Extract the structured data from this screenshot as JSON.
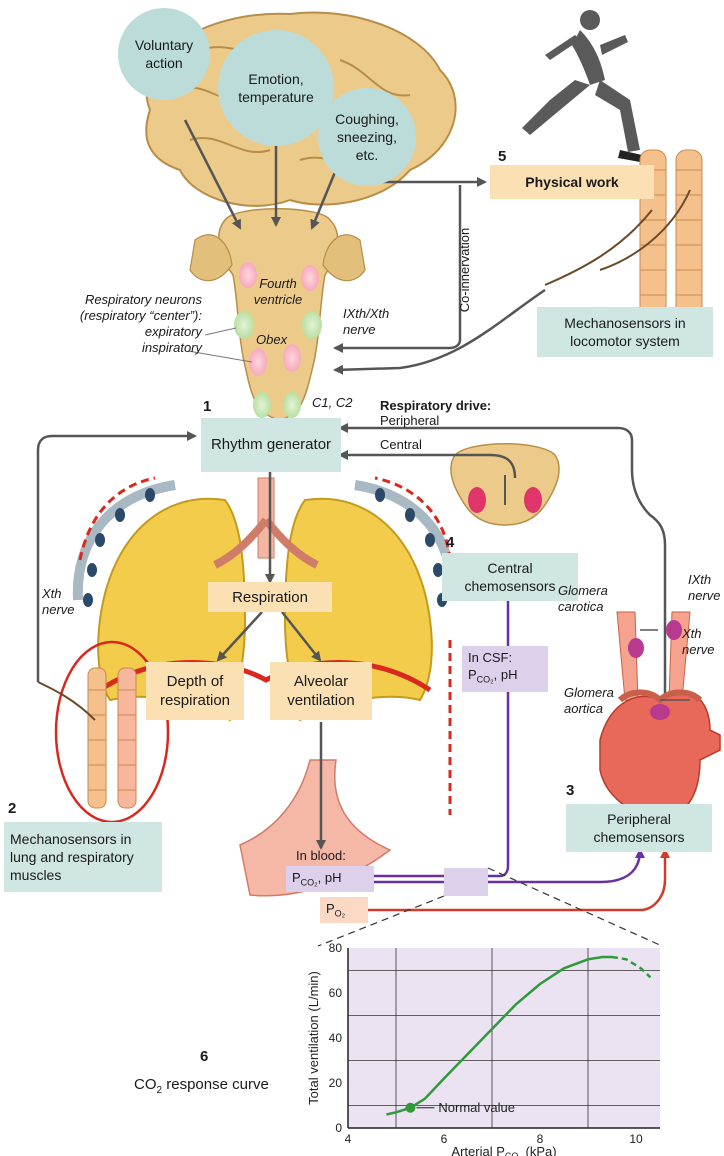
{
  "brain_inputs": {
    "voluntary": "Voluntary action",
    "emotion": "Emotion, temperature",
    "coughing": "Coughing, sneezing, etc."
  },
  "physical_work": {
    "number": "5",
    "label": "Physical work"
  },
  "co_innervation": "Co-innervation",
  "brainstem": {
    "fourth_ventricle": "Fourth ventricle",
    "obex": "Obex",
    "ix_x_nerve": "IXth/Xth nerve",
    "c1c2": "C1, C2",
    "resp_neurons_line1": "Respiratory neurons",
    "resp_neurons_line2": "(respiratory “center”):",
    "expiratory": "expiratory",
    "inspiratory": "inspiratory"
  },
  "mechanosensors_locomotor": "Mechanosensors in locomotor system",
  "rhythm": {
    "number": "1",
    "label": "Rhythm generator"
  },
  "drive": {
    "title": "Respiratory drive:",
    "peripheral": "Peripheral",
    "central": "Central"
  },
  "xth_nerve_left": "Xth nerve",
  "central_chemo": {
    "number": "4",
    "label": "Central chemosensors"
  },
  "respiration": "Respiration",
  "depth": "Depth of respiration",
  "alveolar": "Alveolar ventilation",
  "csf": {
    "line1": "In CSF:",
    "line2_main": "P",
    "line2_sub": "CO₂",
    "line2_rest": ", pH"
  },
  "glomera": {
    "carotica_1": "Glomera",
    "carotica_2": "carotica",
    "aortica_1": "Glomera",
    "aortica_2": "aortica",
    "ixth": "IXth",
    "nerve1": "nerve",
    "xth": "Xth",
    "nerve2": "nerve"
  },
  "mechano_lung": {
    "number": "2",
    "label": "Mechanosensors in lung and respiratory muscles"
  },
  "peripheral_chemo": {
    "number": "3",
    "label": "Peripheral chemosensors"
  },
  "blood": {
    "label": "In blood:",
    "pco2_main": "P",
    "pco2_sub": "CO₂",
    "pco2_rest": ", pH",
    "po2_main": "P",
    "po2_sub": "O₂"
  },
  "curve": {
    "number": "6",
    "title_pre": "CO",
    "title_sub": "2",
    "title_post": " response curve"
  },
  "chart_data": {
    "type": "line",
    "xlabel_pre": "Arterial P",
    "xlabel_sub": "CO₂",
    "xlabel_post": " (kPa)",
    "ylabel": "Total ventilation (L/min)",
    "xlim": [
      4,
      10.5
    ],
    "ylim": [
      0,
      80
    ],
    "xticks": [
      "4",
      "6",
      "8",
      "10"
    ],
    "yticks": [
      "0",
      "20",
      "40",
      "60",
      "80"
    ],
    "series": [
      {
        "x": [
          4.8,
          5.0,
          5.3,
          5.6,
          6.0,
          6.5,
          7.0,
          7.5,
          8.0,
          8.5,
          9.0,
          9.3,
          9.5
        ],
        "y": [
          6,
          7,
          9,
          13,
          22,
          33,
          44,
          55,
          64,
          71,
          75,
          76,
          76
        ],
        "style": "solid"
      },
      {
        "x": [
          9.5,
          9.8,
          10.1,
          10.3
        ],
        "y": [
          76,
          75,
          71,
          67
        ],
        "style": "dashed"
      }
    ],
    "point": {
      "x": 5.3,
      "y": 9,
      "label": "Normal value"
    },
    "grid": "on"
  },
  "colors": {
    "teal_box": "#cfe6e3",
    "orange_box": "#fbe0b3",
    "purple": "#6a2fa0",
    "red": "#d23a2a",
    "green_curve": "#2e9a3a",
    "arrow_gray": "#555555"
  }
}
